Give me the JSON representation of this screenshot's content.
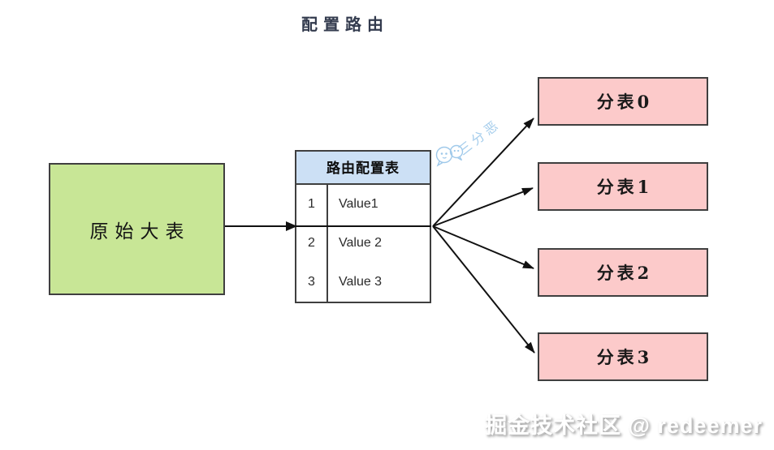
{
  "title": "配置路由",
  "source_box": {
    "label": "原始大表"
  },
  "route_table": {
    "header": "路由配置表",
    "rows": [
      {
        "key": "1",
        "value": "Value1"
      },
      {
        "key": "2",
        "value": "Value 2"
      },
      {
        "key": "3",
        "value": "Value 3"
      }
    ]
  },
  "shards": [
    {
      "label": "分表0"
    },
    {
      "label": "分表1"
    },
    {
      "label": "分表2"
    },
    {
      "label": "分表3"
    }
  ],
  "watermark": {
    "text": "三分恶",
    "icon": "wechat-chat-bubbles-icon"
  },
  "footer": {
    "credit": "掘金技术社区 @ redeemer"
  },
  "colors": {
    "source_fill": "#c8e696",
    "route_header_fill": "#cce0f5",
    "shard_fill": "#fccaca",
    "border": "#3f3f3f",
    "arrow": "#111111",
    "title_text": "#333b4e",
    "watermark_blue": "#a5cdec"
  }
}
